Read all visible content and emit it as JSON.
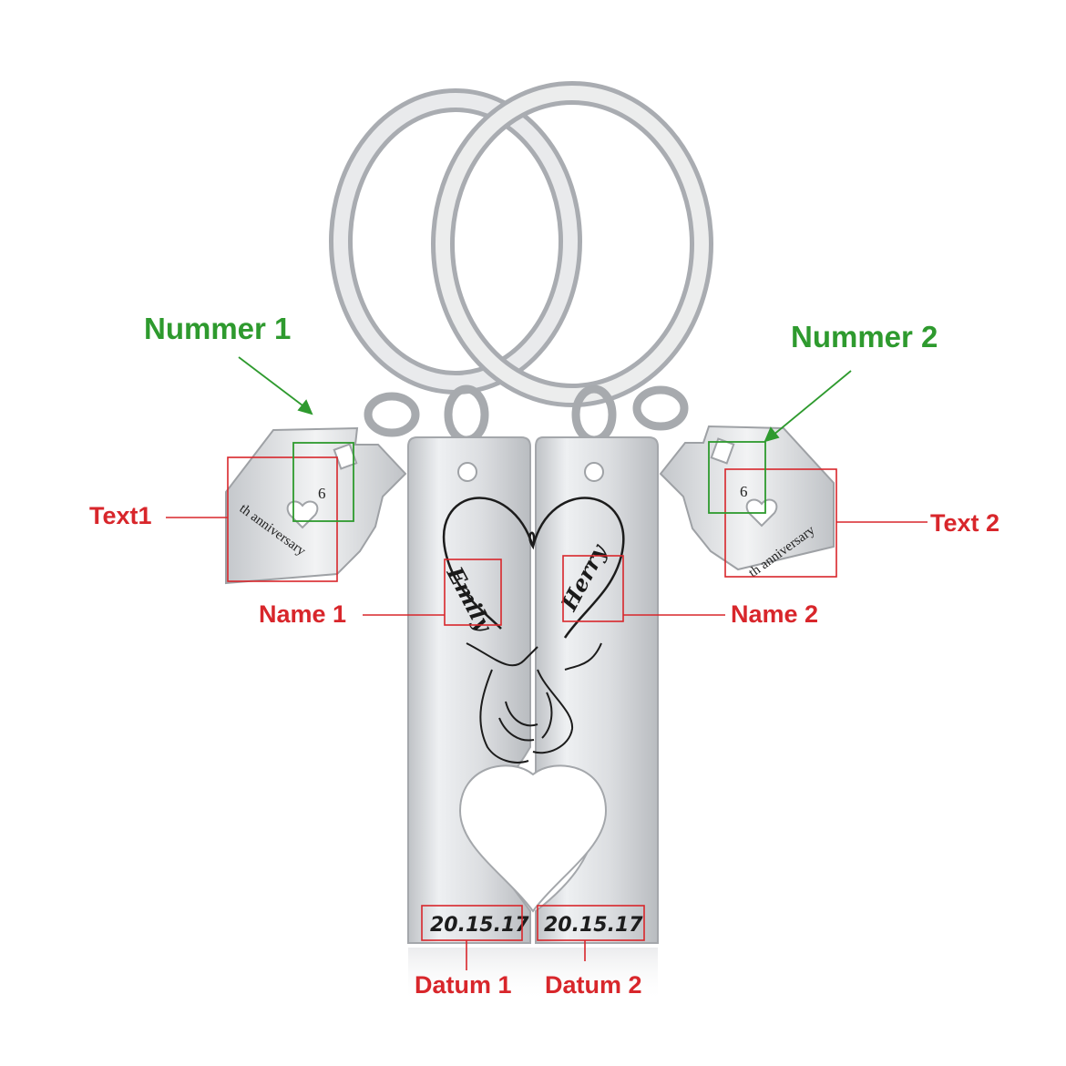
{
  "labels": {
    "nummer1": "Nummer 1",
    "nummer2": "Nummer 2",
    "text1": "Text1",
    "text2": "Text 2",
    "name1": "Name 1",
    "name2": "Name 2",
    "datum1": "Datum 1",
    "datum2": "Datum 2"
  },
  "engraving": {
    "left_number": "6",
    "right_number": "6",
    "left_text": "th anniversary",
    "right_text": "th anniversary",
    "name1": "Emily",
    "name2": "Herry",
    "date1": "20.15.17",
    "date2": "20.15.17"
  },
  "colors": {
    "callout_red": "#d8262b",
    "callout_green": "#2e9a2e",
    "steel": "#d9dbde"
  }
}
